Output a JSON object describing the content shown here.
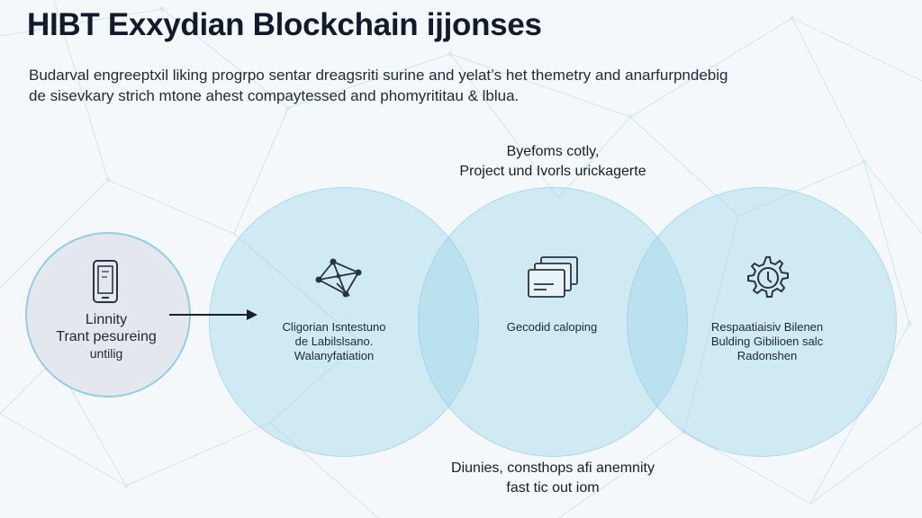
{
  "title": "HIBT Exxydian Blockchain ijjonses",
  "subtitle_lines": [
    "Budarval engreeptxil liking progrpo sentar dreagsriti surine and yelat’s het themetry and anarfurpndebig",
    "de sisevkary strich mtone ahest compaytessed and phomyrititau & lblua."
  ],
  "top_caption": {
    "lines": [
      "Byefoms cotly,",
      "Project und Ivorls urickagerte"
    ]
  },
  "start": {
    "lines": [
      "Linnity",
      "Trant pesureing",
      "untilig"
    ],
    "icon": "mobile-phone-icon"
  },
  "stages": [
    {
      "lines": [
        "Cligorian Isntestuno",
        "de Labilslsano.",
        "Walanyfatiation"
      ],
      "icon": "network-nodes-icon"
    },
    {
      "lines": [
        "Gecodid caloping"
      ],
      "icon": "stacked-windows-icon"
    },
    {
      "lines": [
        "Respaatiaisiv Bilenen",
        "Bulding Gibilioen salc",
        "Radonshen"
      ],
      "icon": "gear-icon"
    }
  ],
  "bottom_caption": {
    "lines": [
      "Diunies, consthops afi anemnity",
      "fast tic out iom"
    ]
  },
  "colors": {
    "circle_fill": "#96d2e8",
    "accent_border": "#8fcfe3",
    "text": "#1a2233",
    "background": "#f4f8fb"
  }
}
